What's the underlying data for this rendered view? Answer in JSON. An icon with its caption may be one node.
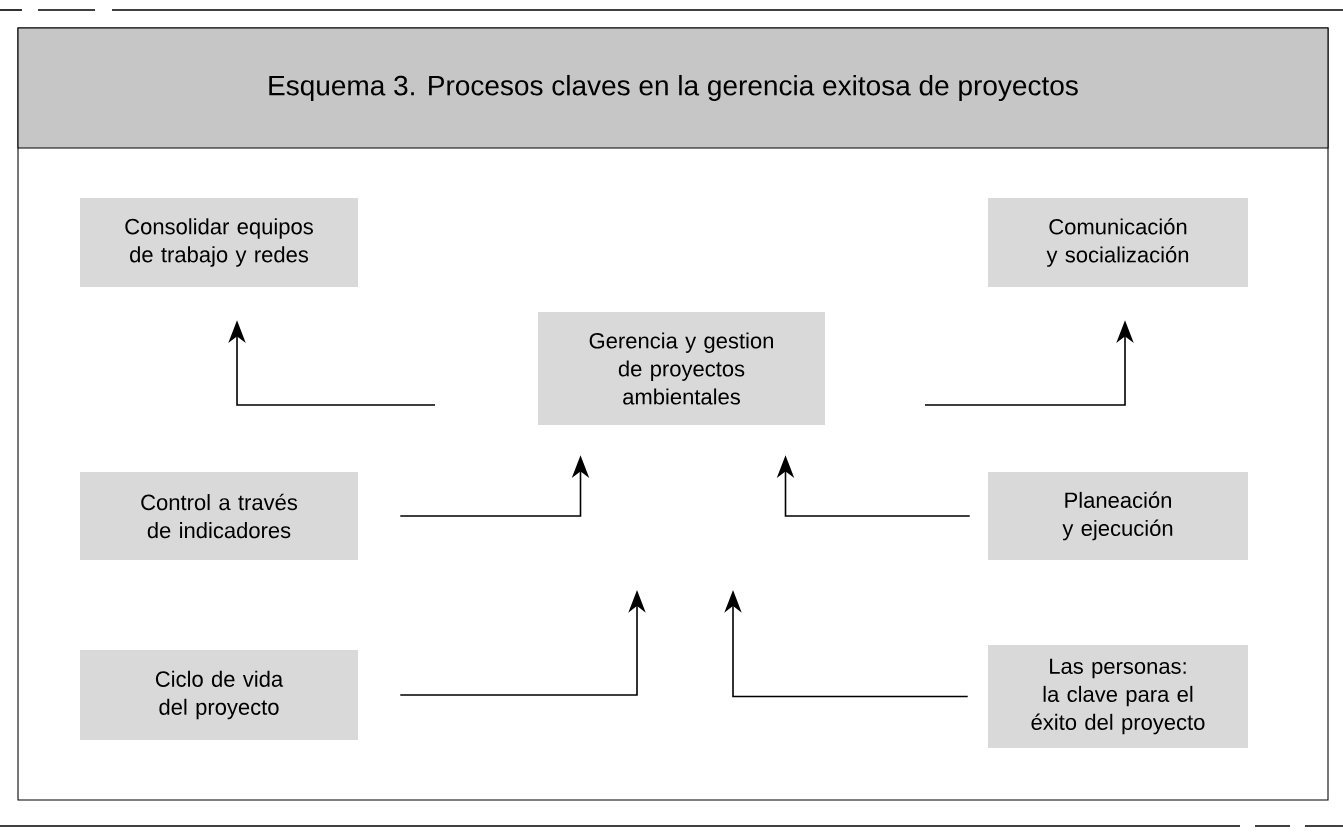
{
  "diagram": {
    "title": "Esquema 3. Procesos  claves en  la gerencia exitosa de proyectos",
    "nodes": [
      {
        "text": [
          "Consolidar equipos de trabajo y redes"
        ]
      },
      {
        "text": [
          "Gerencia y gestion de proyectos ambientales"
        ]
      },
      {
        "text": [
          "Comunicación y socialización"
        ]
      },
      {
        "text": [
          "Control a través de indicadores"
        ]
      },
      {
        "text": [
          "Planeación y ejecución"
        ]
      },
      {
        "text": [
          "Ciclo de vida del proyecto"
        ]
      },
      {
        "text": [
          "Las personas: la clave para el éxito del proyecto"
        ]
      }
    ],
    "edges": [
      {
        "from": null,
        "to": 0,
        "arrow": "to"
      },
      {
        "from": null,
        "to": 2,
        "arrow": "to"
      },
      {
        "from": 3,
        "to": 1,
        "arrow": "to"
      },
      {
        "from": 4,
        "to": 1,
        "arrow": "to"
      },
      {
        "from": 5,
        "to": null,
        "arrow": "to"
      },
      {
        "from": 6,
        "to": null,
        "arrow": "to"
      }
    ]
  }
}
